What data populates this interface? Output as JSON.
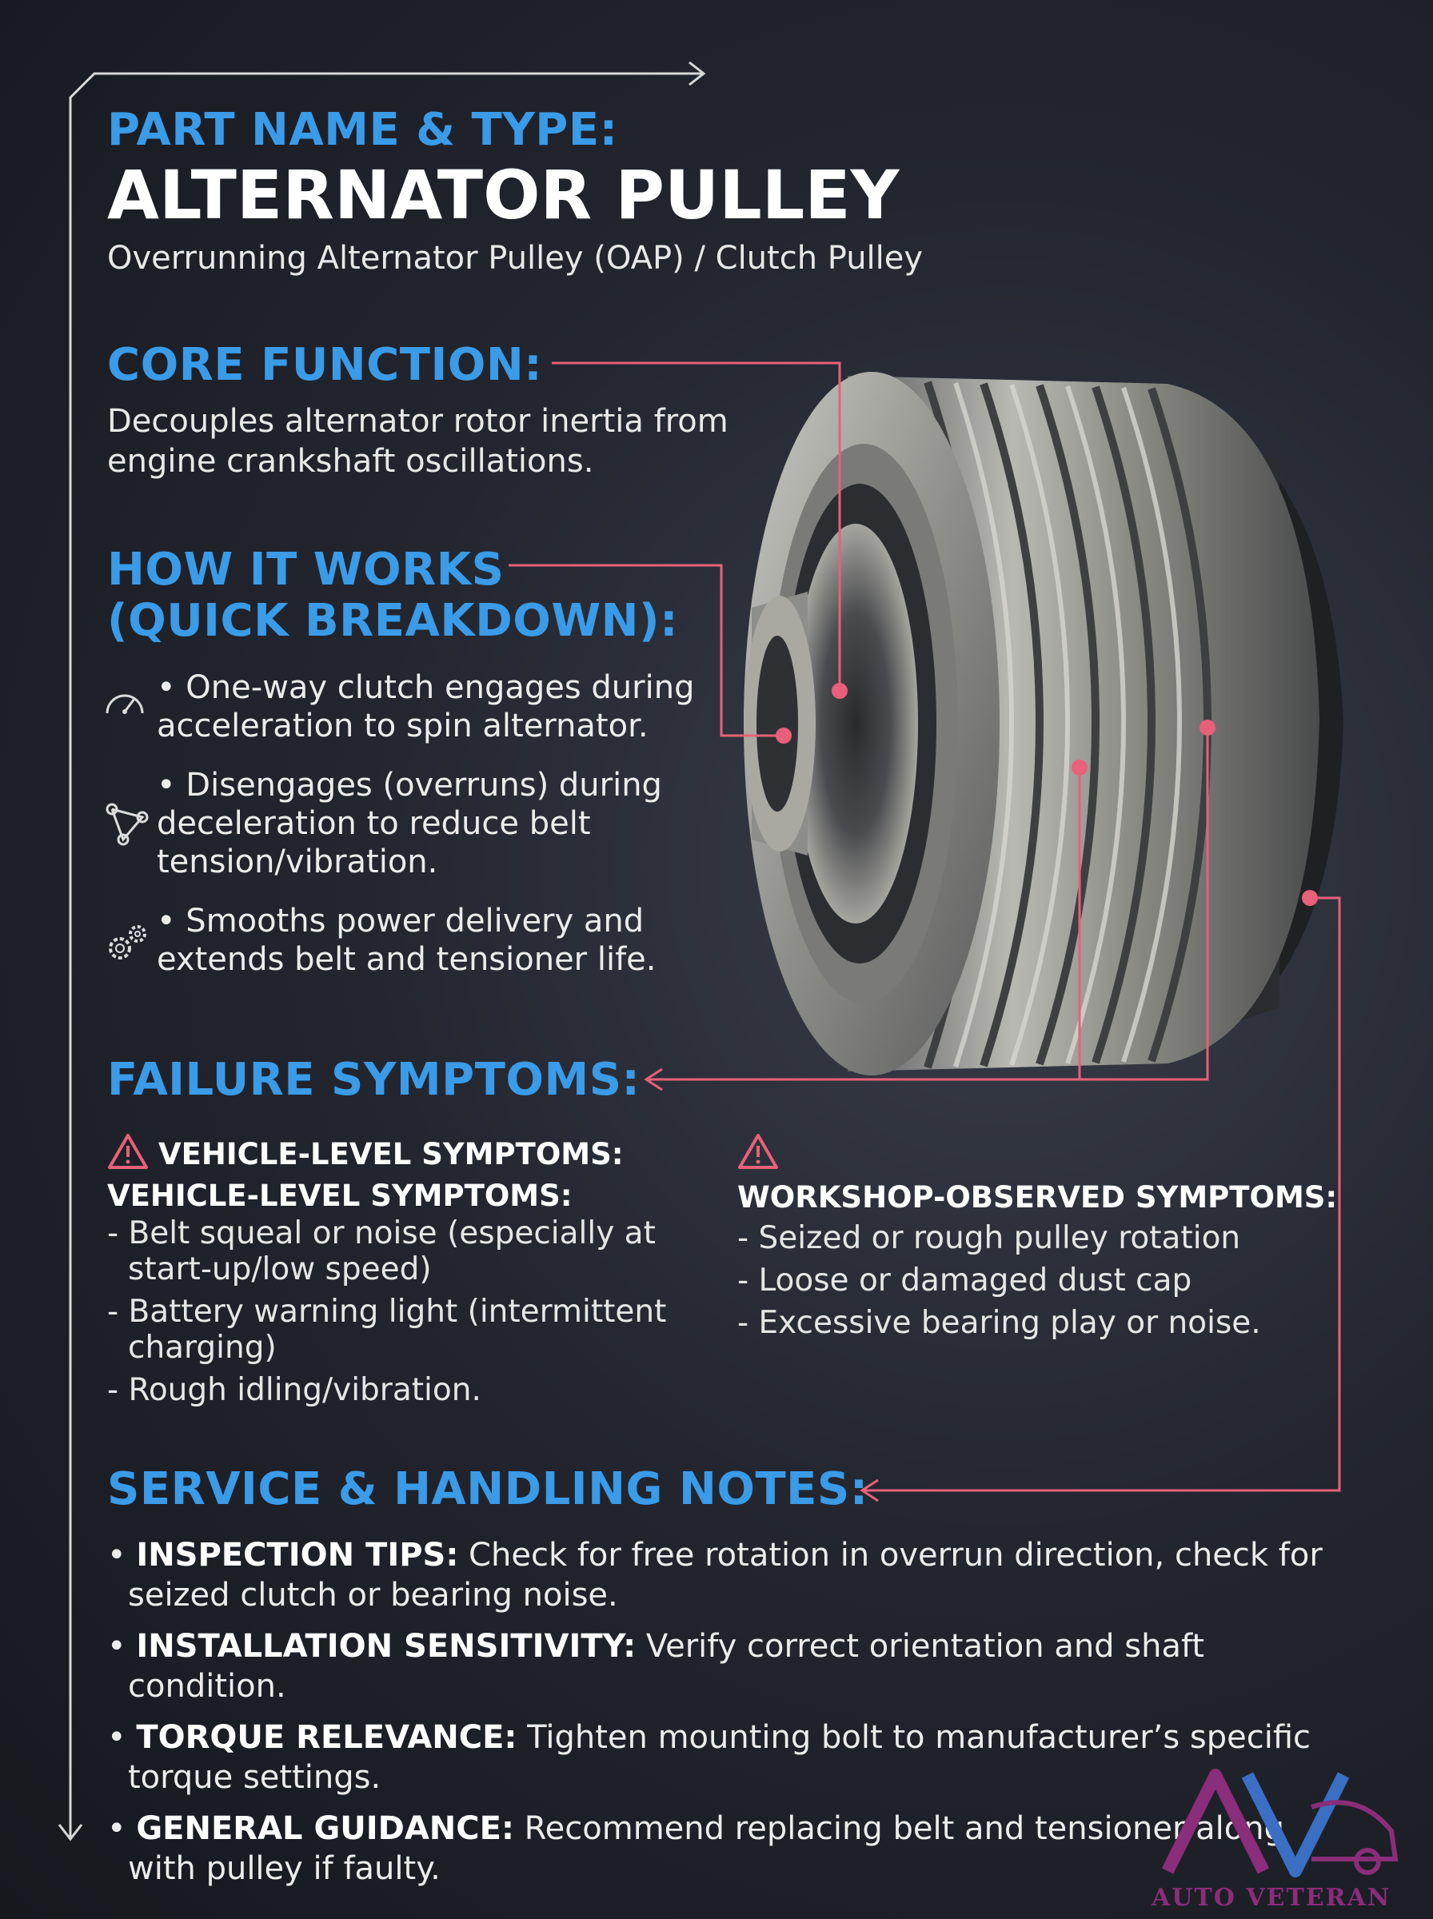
{
  "header": {
    "label": "PART NAME & TYPE:",
    "title": "ALTERNATOR PULLEY",
    "subtitle": "Overrunning Alternator Pulley (OAP) / Clutch Pulley"
  },
  "core_function": {
    "label": "CORE FUNCTION:",
    "text": "Decouples alternator rotor inertia from engine crankshaft oscillations."
  },
  "how_it_works": {
    "label_line1": "HOW IT WORKS",
    "label_line2": "(QUICK BREAKDOWN):",
    "items": [
      {
        "icon": "speedometer-icon",
        "text": "• One-way clutch engages during acceleration to spin alternator."
      },
      {
        "icon": "belt-path-icon",
        "text": "• Disengages (overruns) during deceleration to reduce belt tension/vibration."
      },
      {
        "icon": "gears-icon",
        "text": "• Smooths power delivery and extends belt and tensioner life."
      }
    ]
  },
  "failure_symptoms": {
    "label": "FAILURE SYMPTOMS:",
    "vehicle_heading_icon": "VEHICLE-LEVEL SYMPTOMS:",
    "vehicle_heading": "VEHICLE-LEVEL SYMPTOMS:",
    "vehicle_items": [
      "- Belt squeal or noise (especially at start-up/low speed)",
      "- Battery warning light (intermittent charging)",
      "- Rough idling/vibration."
    ],
    "workshop_heading": "WORKSHOP-OBSERVED SYMPTOMS:",
    "workshop_items": [
      "- Seized or rough pulley rotation",
      "- Loose or damaged dust cap",
      "- Excessive bearing play or noise."
    ]
  },
  "service_notes": {
    "label": "SERVICE & HANDLING NOTES:",
    "items": [
      {
        "key": "INSPECTION TIPS:",
        "text": " Check for free rotation in overrun direction, check for seized clutch or bearing noise."
      },
      {
        "key": "INSTALLATION SENSITIVITY:",
        "text": " Verify correct orientation and shaft condition."
      },
      {
        "key": "TORQUE RELEVANCE:",
        "text": " Tighten mounting bolt to manufacturer’s specific torque settings."
      },
      {
        "key": "GENERAL GUIDANCE:",
        "text": " Recommend replacing belt and tensioner along with pulley if faulty."
      }
    ]
  },
  "logo": {
    "text": "AUTO VETERAN"
  },
  "colors": {
    "accent_blue": "#3a9be8",
    "callout_pink": "#e8607a",
    "logo_purple": "#8a2d7a"
  }
}
